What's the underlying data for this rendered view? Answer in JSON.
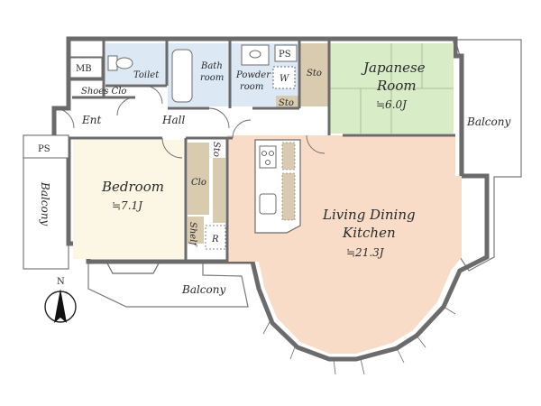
{
  "rooms": {
    "mb": "MB",
    "toilet": "Toilet",
    "bath_line1": "Bath",
    "bath_line2": "room",
    "powder_line1": "Powder",
    "powder_line2": "room",
    "ps_top": "PS",
    "washer": "W",
    "sto_top": "Sto",
    "sto_small": "Sto",
    "japanese_line1": "Japanese",
    "japanese_line2": "Room",
    "japanese_size": "≒6.0J",
    "balcony_right": "Balcony",
    "shoes_clo": "Shoes Clo",
    "ent": "Ent",
    "hall": "Hall",
    "ps_left": "PS",
    "balcony_left": "Balcony",
    "bedroom": "Bedroom",
    "bedroom_size": "≒7.1J",
    "clo": "Clo",
    "sto_hall": "Sto",
    "shelf": "Shelf",
    "r": "R",
    "ldk_line1": "Living Dining",
    "ldk_line2": "Kitchen",
    "ldk_size": "≒21.3J",
    "balcony_bottom": "Balcony",
    "north": "N"
  },
  "colors": {
    "ldk": "#f8dcc8",
    "bedroom": "#fbf7e4",
    "japanese": "#d9ecc8",
    "wet": "#dce8f4",
    "storage": "#d9cbb0",
    "wall": "#6b6b6b",
    "line": "#4a4a4a"
  }
}
